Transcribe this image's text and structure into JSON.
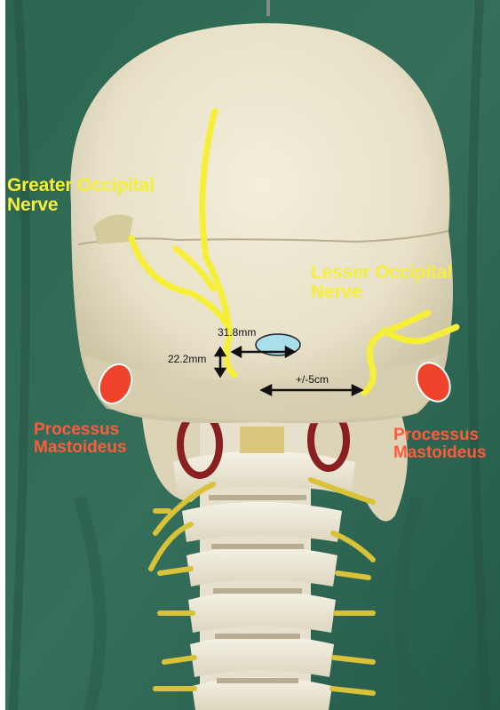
{
  "labels": {
    "greater_occipital": [
      "Greater Occipital",
      "Nerve"
    ],
    "lesser_occipital": [
      "Lesser Occipital",
      "Nerve"
    ],
    "mastoid_left": [
      "Processus",
      "Mastoideus"
    ],
    "mastoid_right": [
      "Processus",
      "Mastoideus"
    ]
  },
  "measurements": {
    "vertical": "22.2mm",
    "horizontal": "31.8mm",
    "lesser_distance": "+/-5cm"
  },
  "colors": {
    "nerve": "#f6ef3a",
    "mastoid_marker": "#f0432b",
    "target_marker": "#a9dfe8",
    "background_drape": "#2f6a55",
    "skull": "#ece6cf"
  }
}
